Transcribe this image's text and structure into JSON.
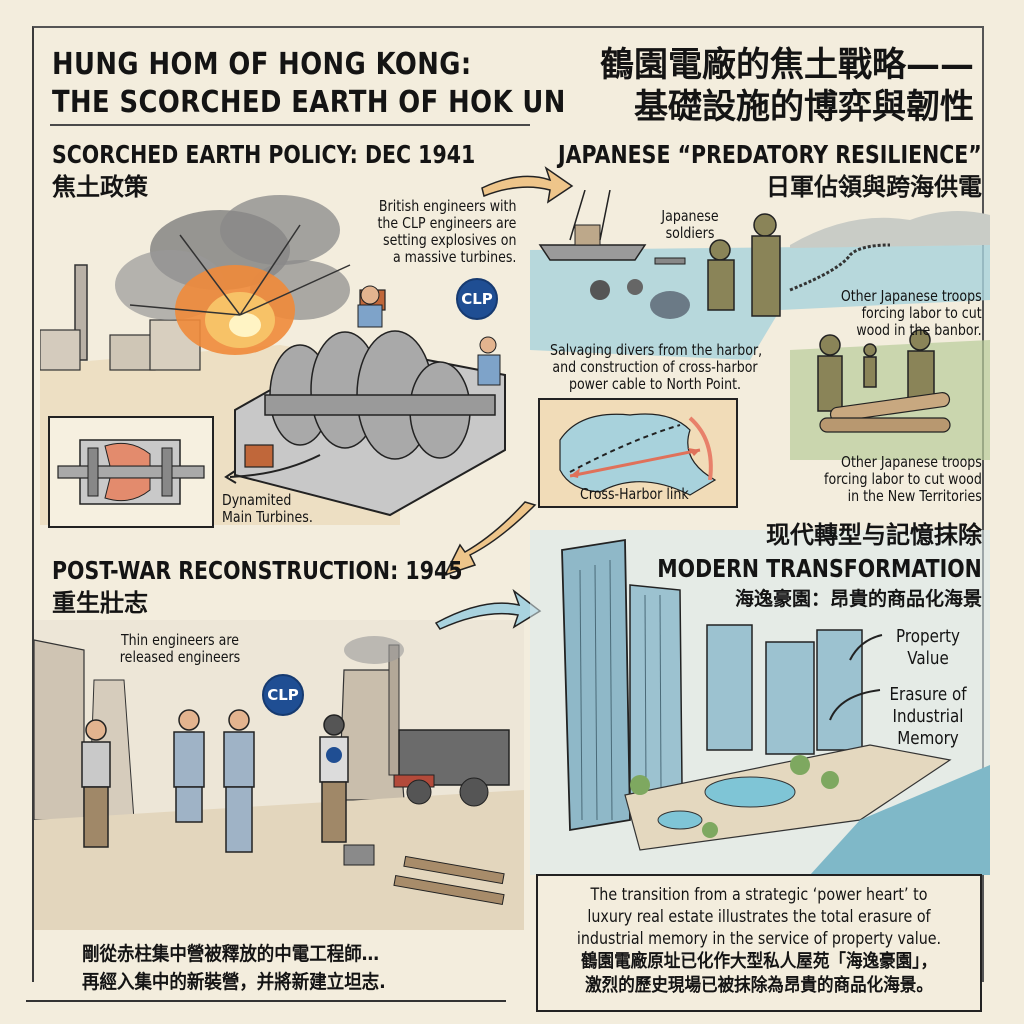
{
  "header": {
    "title_en_line1": "HUNG HOM OF HONG KONG:",
    "title_en_line2": "THE SCORCHED EARTH OF HOK UN",
    "title_zh_line1": "鶴園電廠的焦土戰略——",
    "title_zh_line2": "基礎設施的博弈與韌性"
  },
  "panels": {
    "scorched_earth": {
      "heading_en": "SCORCHED EARTH POLICY: DEC 1941",
      "heading_zh": "焦土政策",
      "caption_engineers": [
        "British engineers with",
        "the CLP engineers are",
        "setting explosives on",
        "a massive turbines."
      ],
      "badge": "CLP",
      "caption_turbine": [
        "Dynamited",
        "Main Turbines."
      ]
    },
    "japanese": {
      "heading_en": "JAPANESE “PREDATORY RESILIENCE”",
      "heading_zh": "日軍佔領與跨海供電",
      "caption_soldiers": [
        "Japanese",
        "soldiers"
      ],
      "caption_troops_harbor": [
        "Other Japanese troops",
        "forcing labor to cut",
        "wood in the banbor."
      ],
      "caption_divers": [
        "Salvaging divers from the harbor,",
        "and construction of cross-harbor",
        "power cable to North Point."
      ],
      "map_label": "Cross-Harbor link",
      "caption_troops_nt": [
        "Other Japanese troops",
        "forcing labor to cut wood",
        "in the New Territories"
      ]
    },
    "postwar": {
      "heading_en": "POST-WAR RECONSTRUCTION: 1945",
      "heading_zh": "重生壯志",
      "caption_released": [
        "Thin engineers are",
        "released engineers"
      ],
      "badge": "CLP",
      "caption_zh": [
        "剛從赤柱集中營被釋放的中電工程師…",
        "再經入集中的新裝營，并將新建立坦志."
      ]
    },
    "modern": {
      "heading_zh": "现代轉型与記憶抹除",
      "heading_en": "MODERN TRANSFORMATION",
      "subheading_zh": "海逸豪園：昂貴的商品化海景",
      "label_property": [
        "Property",
        "Value"
      ],
      "label_erasure": [
        "Erasure of",
        "Industrial",
        "Memory"
      ],
      "summary_en": [
        "The transition from a strategic ‘power heart’ to",
        "luxury real estate illustrates the total erasure of",
        "industrial memory in the service of property value."
      ],
      "summary_zh": [
        "鶴園電廠原址已化作大型私人屋苑「海逸豪園」，",
        "激烈的歷史現場已被抹除為昂貴的商品化海景。"
      ]
    }
  },
  "colors": {
    "paper": "#f3eddd",
    "ink": "#141414",
    "clp_blue": "#1f4e93",
    "arrow_orange": "#eec58a",
    "arrow_blue": "#a9d3df",
    "explosion": "#f08a3a",
    "water": "#a8d2dc",
    "khaki": "#8a8458"
  }
}
